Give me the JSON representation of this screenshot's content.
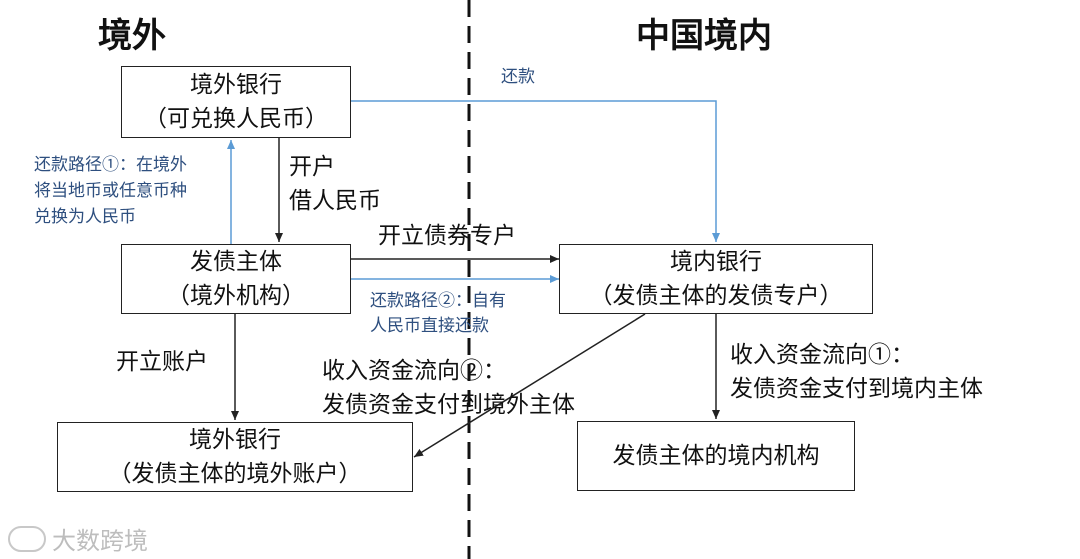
{
  "regions": {
    "left": "境外",
    "right": "中国境内"
  },
  "boxes": {
    "overseas_bank_top": {
      "line1": "境外银行",
      "line2": "（可兑换人民币）"
    },
    "issuer": {
      "line1": "发债主体",
      "line2": "（境外机构）"
    },
    "domestic_bank": {
      "line1": "境内银行",
      "line2": "（发债主体的发债专户）"
    },
    "overseas_bank_bottom": {
      "line1": "境外银行",
      "line2": "（发债主体的境外账户）"
    },
    "domestic_entity": {
      "line1": "发债主体的境内机构"
    }
  },
  "labels": {
    "repay": "还款",
    "open_borrow_1": "开户",
    "open_borrow_2": "借人民币",
    "repay_path1_l1": "还款路径①：在境外",
    "repay_path1_l2": "将当地币或任意币种",
    "repay_path1_l3": "兑换为人民币",
    "open_bond_account": "开立债券专户",
    "repay_path2_l1": "还款路径②：自有",
    "repay_path2_l2": "人民币直接还款",
    "open_account": "开立账户",
    "flow2_l1": "收入资金流向②：",
    "flow2_l2": "发债资金支付到境外主体",
    "flow1_l1": "收入资金流向①：",
    "flow1_l2": "发债资金支付到境内主体"
  },
  "watermark": "大数跨境",
  "colors": {
    "blue_arrow": "#5b9bd5",
    "black_arrow": "#222222",
    "blue_text": "#2e4f7f"
  }
}
